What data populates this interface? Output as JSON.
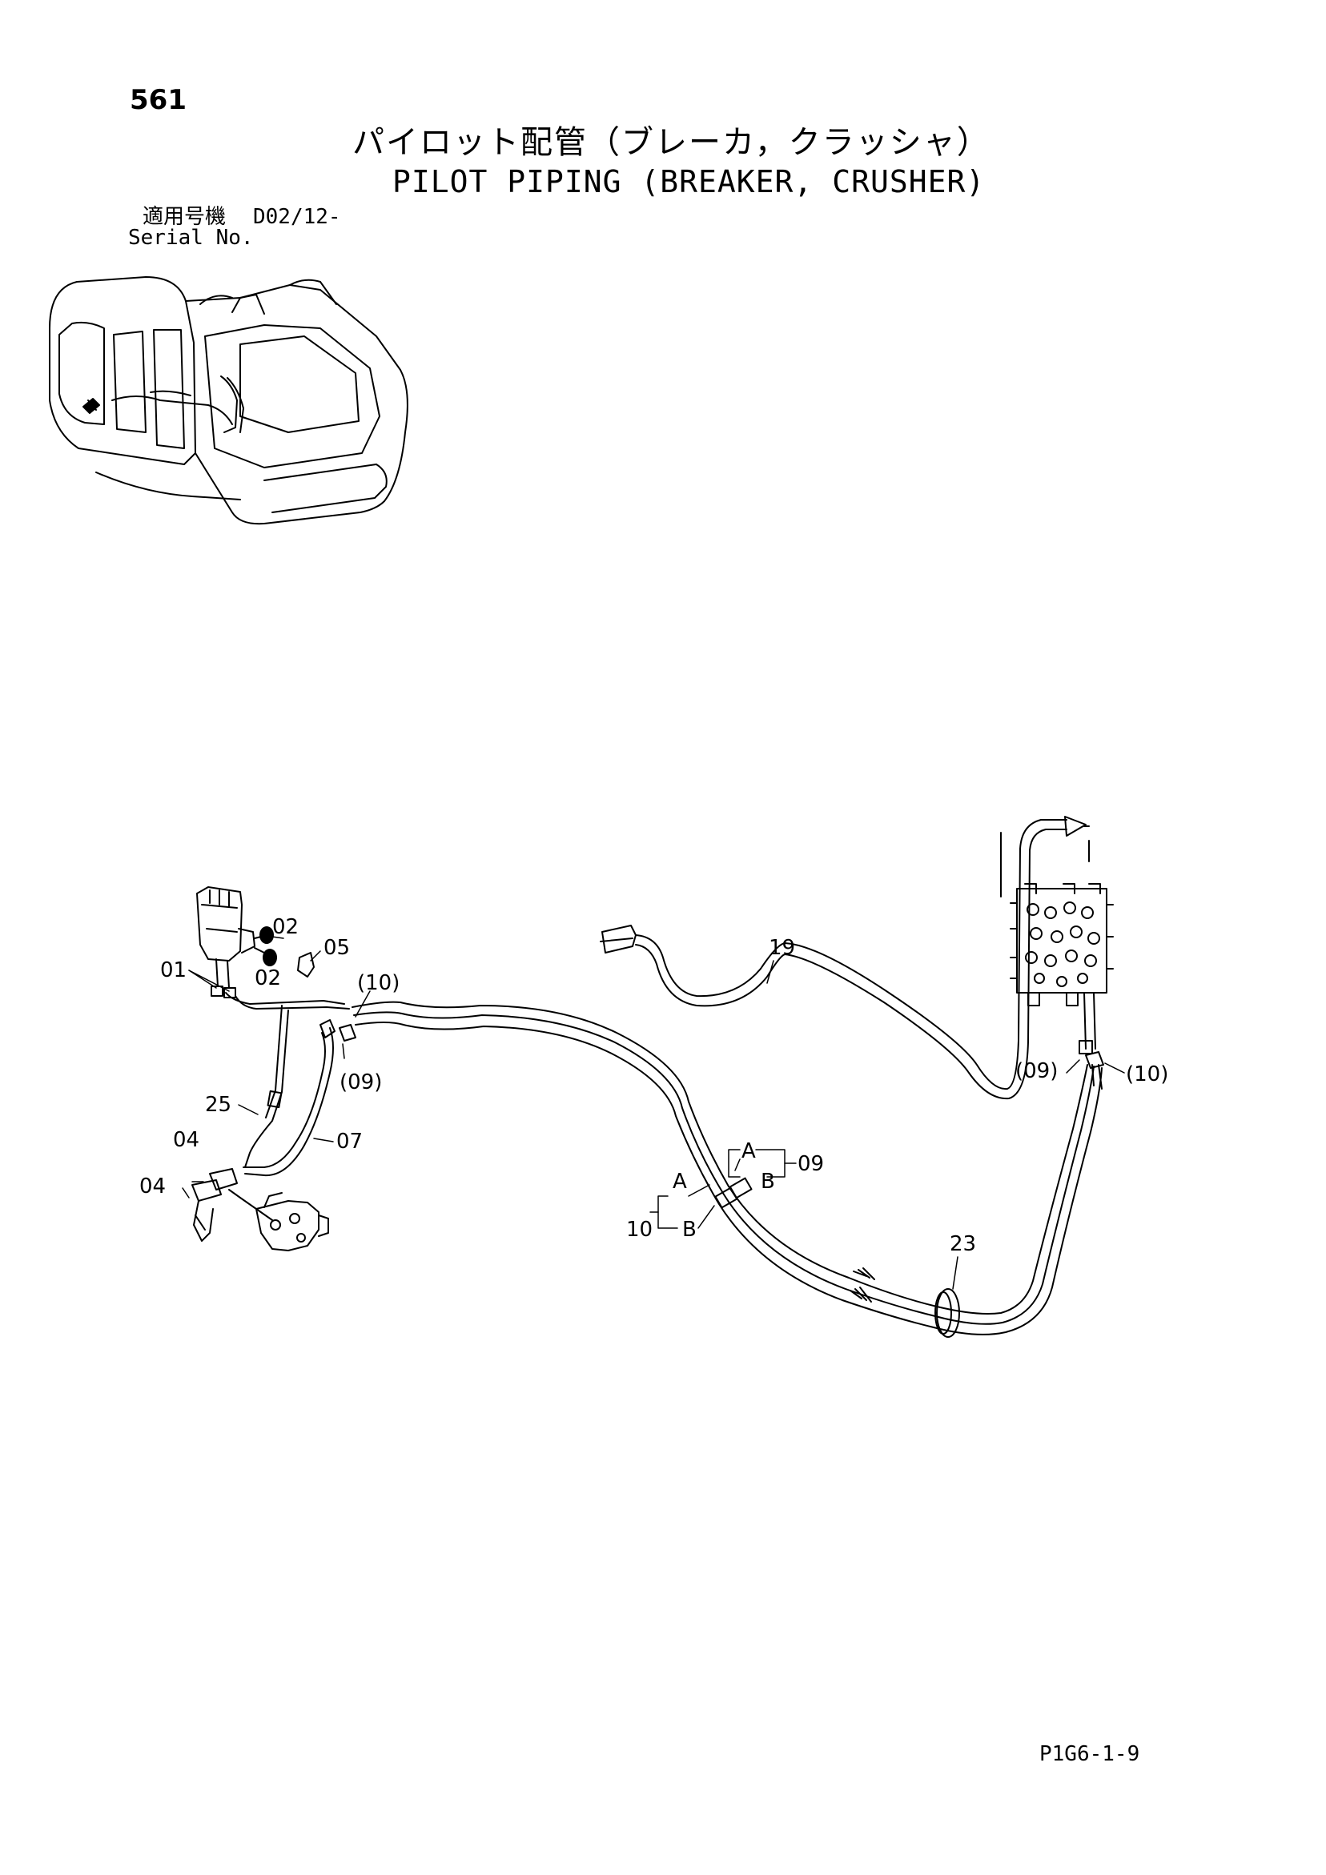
{
  "header": {
    "page_number": "561",
    "title_jp": "パイロット配管（ブレーカ，クラッシャ）",
    "title_en": "PILOT PIPING (BREAKER, CRUSHER)",
    "serial_label_jp": "適用号機",
    "serial_value": "D02/12-",
    "serial_label_en": "Serial No."
  },
  "callouts": {
    "c01": "01",
    "c02a": "02",
    "c02b": "02",
    "c05": "05",
    "c10a": "(10)",
    "c09a": "(09)",
    "c25": "25",
    "c07": "07",
    "c04a": "04",
    "c04b": "04",
    "c19": "19",
    "c09b": "(09)",
    "c10b": "(10)",
    "c09": "09",
    "c10": "10",
    "cA1": "A",
    "cB1": "B",
    "cA2": "A",
    "cB2": "B",
    "c23": "23"
  },
  "footer": {
    "drawing_code": "P1G6-1-9"
  }
}
